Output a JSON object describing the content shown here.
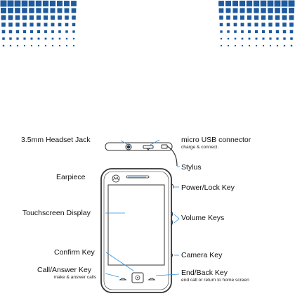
{
  "labels": {
    "headset": "3.5mm Headset Jack",
    "usb": "micro USB connector",
    "usb_sub": "charge & connect.",
    "stylus": "Stylus",
    "earpiece": "Earpiece",
    "power": "Power/Lock Key",
    "touchscreen": "Touchscreen Display",
    "volume": "Volume Keys",
    "confirm": "Confirm Key",
    "camera": "Camera Key",
    "call": "Call/Answer Key",
    "call_sub": "make & answer calls",
    "end": "End/Back Key",
    "end_sub": "end call or return to home screen"
  },
  "colors": {
    "decor_blue": "#1e5a9e",
    "outline": "#333333",
    "leader": "#2f8fe0"
  }
}
